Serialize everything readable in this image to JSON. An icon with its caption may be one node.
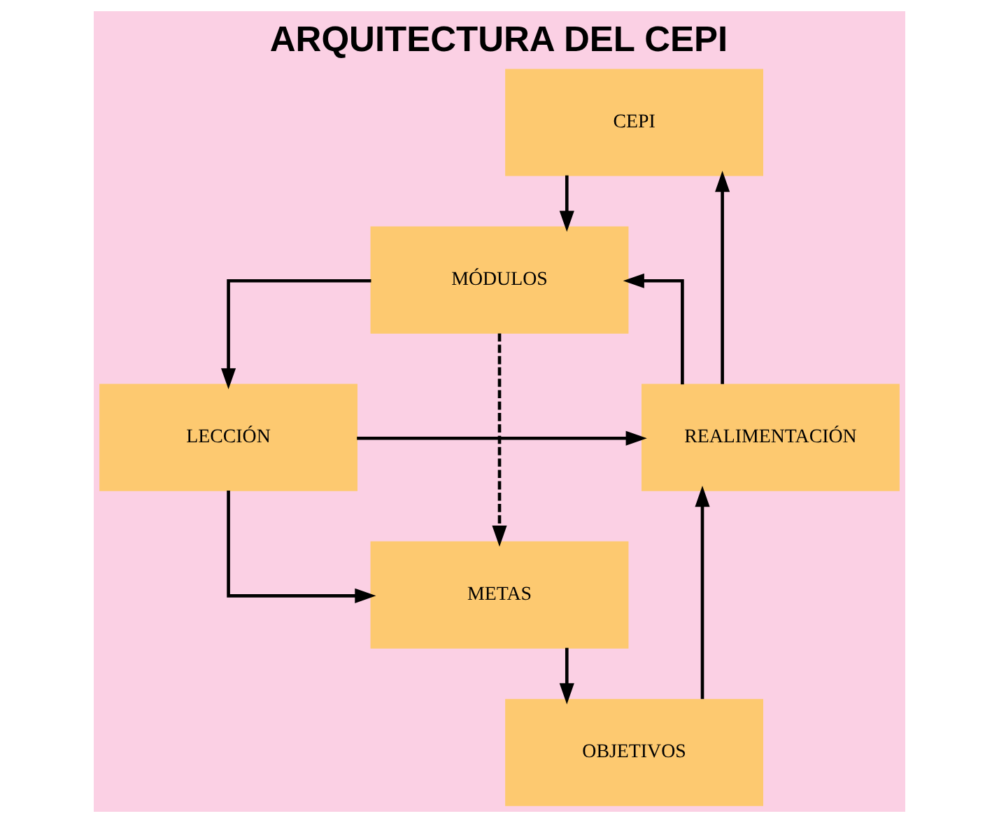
{
  "diagram": {
    "title": "ARQUITECTURA DEL CEPI",
    "nodes": [
      {
        "text": [
          "CEPI"
        ]
      },
      {
        "text": [
          "MÓDULOS"
        ]
      },
      {
        "text": [
          "LECCIÓN"
        ]
      },
      {
        "text": [
          "REALIMENTACIÓN"
        ]
      },
      {
        "text": [
          "METAS"
        ]
      },
      {
        "text": [
          "OBJETIVOS"
        ]
      }
    ],
    "edges": [
      {
        "from": 0,
        "to": 1,
        "arrow": "to"
      },
      {
        "from": 1,
        "to": 2,
        "arrow": "to"
      },
      {
        "from": 1,
        "to": 4,
        "arrow": "to",
        "style": "dashed"
      },
      {
        "from": 3,
        "to": 0,
        "arrow": "to"
      },
      {
        "from": 3,
        "to": 1,
        "arrow": "to"
      },
      {
        "from": 2,
        "to": 4,
        "arrow": "to"
      },
      {
        "from": 4,
        "to": 5,
        "arrow": "to"
      },
      {
        "from": 5,
        "to": 3,
        "arrow": "to"
      },
      {
        "from": 2,
        "to": 3,
        "arrow": "to"
      }
    ]
  }
}
